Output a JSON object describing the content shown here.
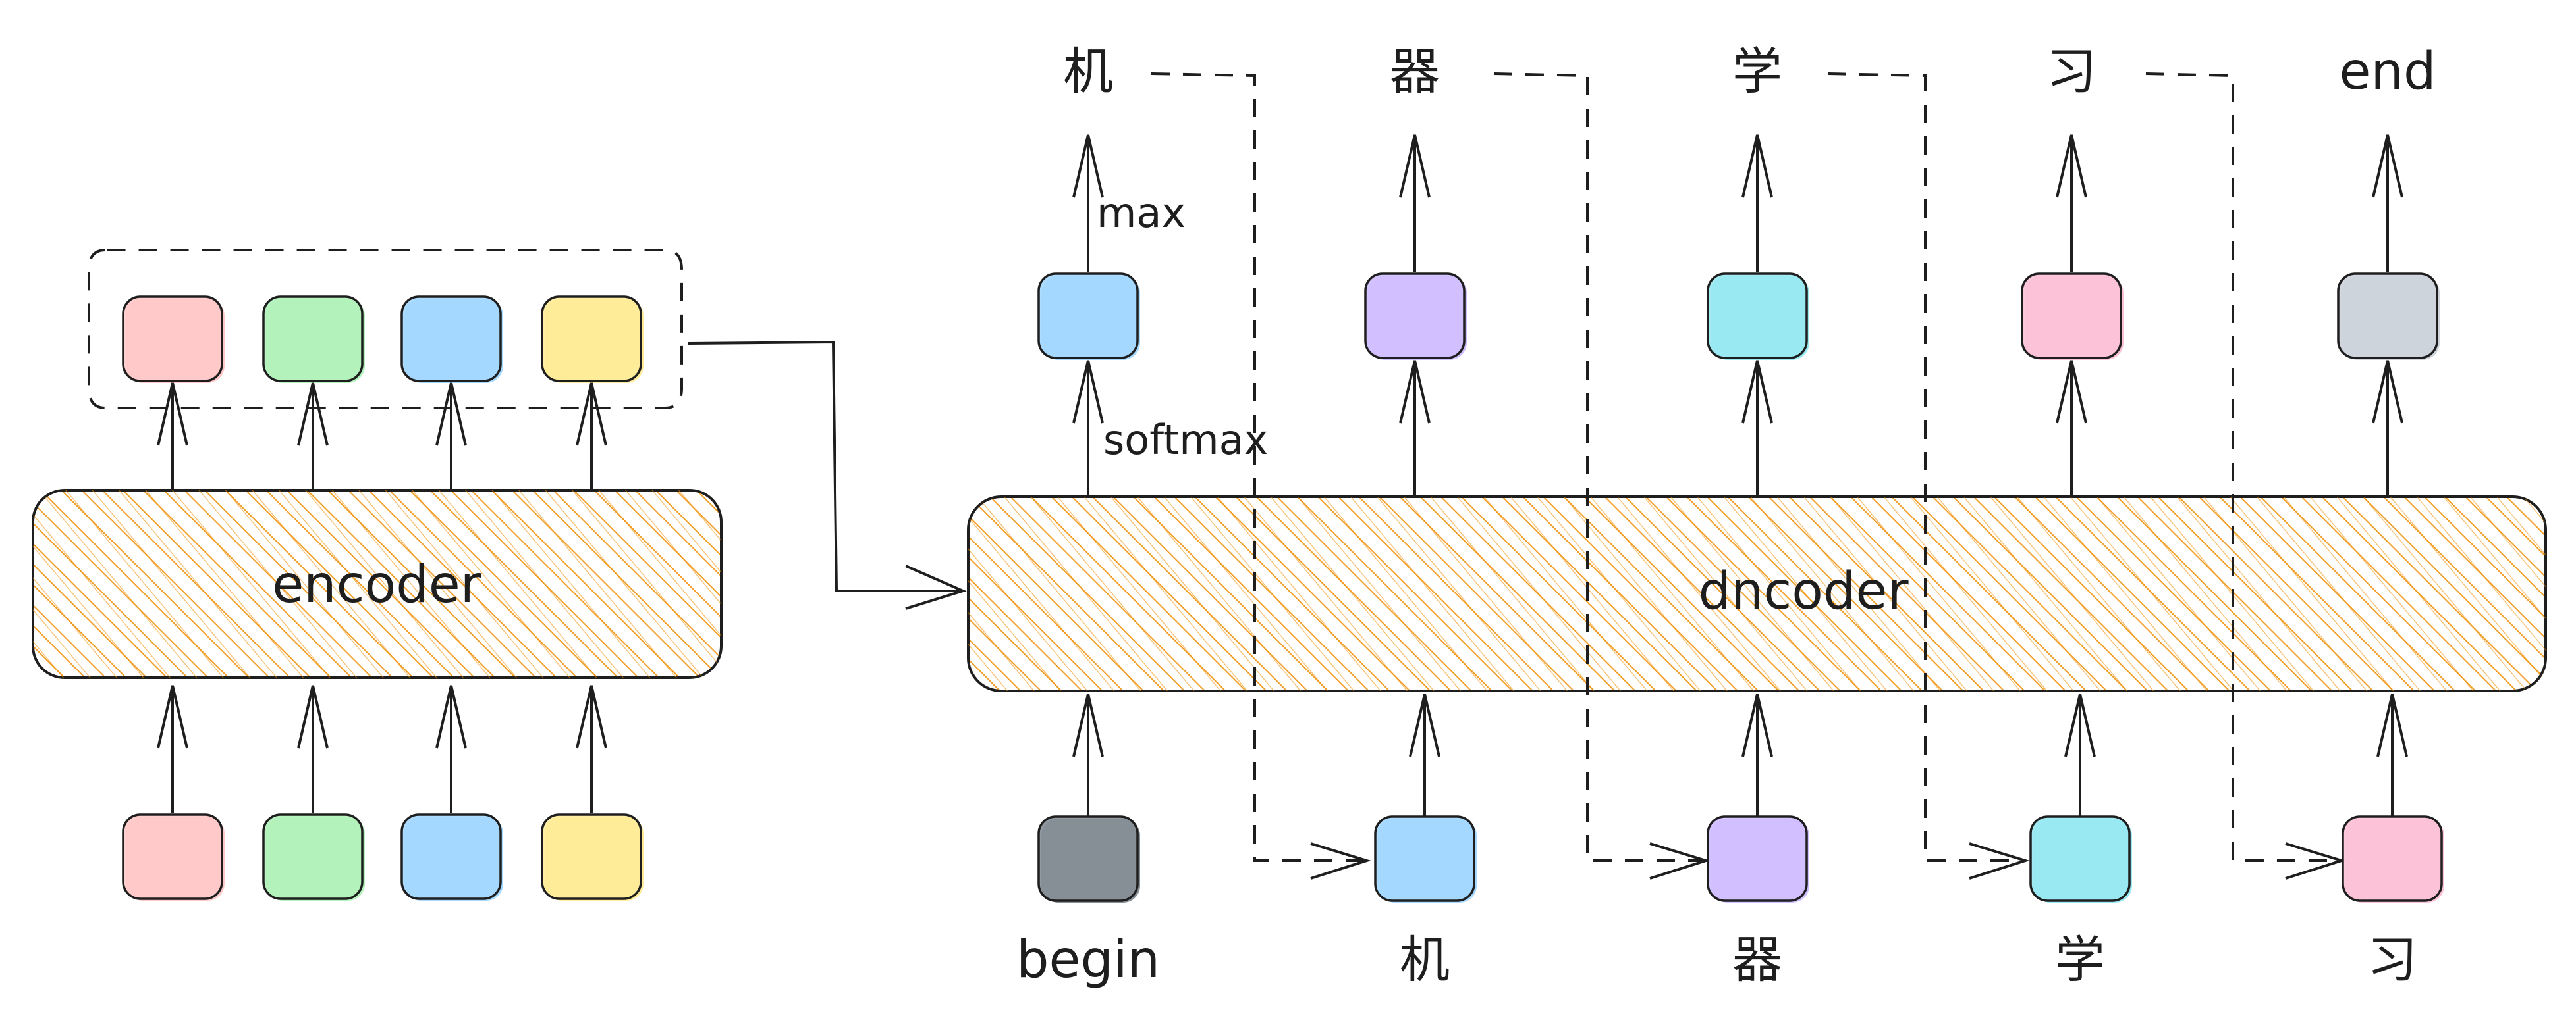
{
  "encoder": {
    "label": "encoder",
    "output_tokens": [
      {
        "color": "#ffc9c9"
      },
      {
        "color": "#b2f2bb"
      },
      {
        "color": "#a5d8ff"
      },
      {
        "color": "#ffec99"
      }
    ],
    "input_tokens": [
      {
        "color": "#ffc9c9"
      },
      {
        "color": "#b2f2bb"
      },
      {
        "color": "#a5d8ff"
      },
      {
        "color": "#ffec99"
      }
    ],
    "fill_color": "#f08c00"
  },
  "decoder": {
    "label": "dncoder",
    "softmax_label": "softmax",
    "max_label": "max",
    "output_tokens": [
      {
        "text": "机",
        "color": "#a5d8ff"
      },
      {
        "text": "器",
        "color": "#d0bfff"
      },
      {
        "text": "学",
        "color": "#99e9f2"
      },
      {
        "text": "习",
        "color": "#fcc2d7"
      },
      {
        "text": "end",
        "color": "#ced4da"
      }
    ],
    "input_tokens": [
      {
        "text": "begin",
        "color": "#868e96"
      },
      {
        "text": "机",
        "color": "#a5d8ff"
      },
      {
        "text": "器",
        "color": "#d0bfff"
      },
      {
        "text": "学",
        "color": "#99e9f2"
      },
      {
        "text": "习",
        "color": "#fcc2d7"
      }
    ],
    "fill_color": "#f08c00"
  }
}
